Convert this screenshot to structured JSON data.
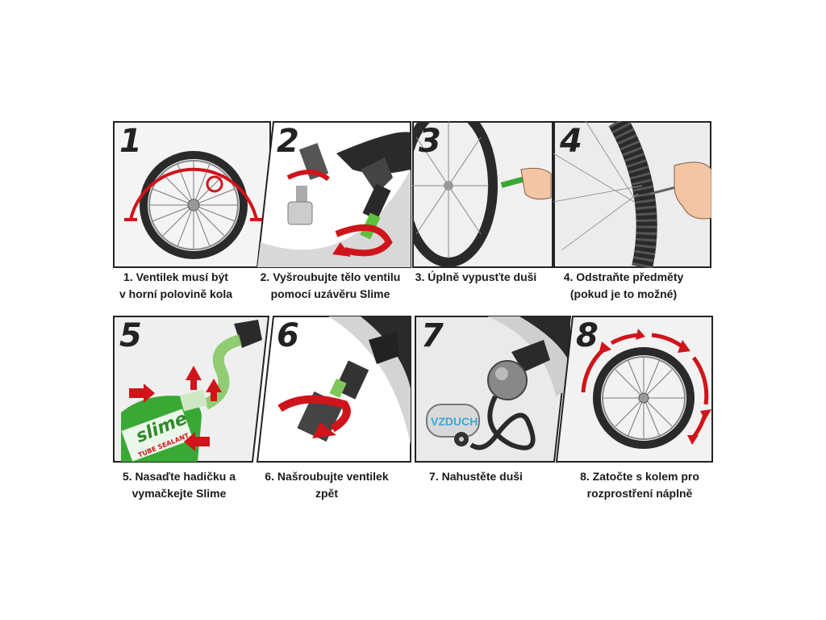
{
  "steps": [
    {
      "number": "1",
      "caption_line1": "1. Ventilek musí být",
      "caption_line2": "v horní polovině kola"
    },
    {
      "number": "2",
      "caption_line1": "2. Vyšroubujte tělo ventilu",
      "caption_line2": "pomocí uzávěru Slime"
    },
    {
      "number": "3",
      "caption_line1": "3. Úplně vypusťte duši",
      "caption_line2": ""
    },
    {
      "number": "4",
      "caption_line1": "4. Odstraňte předměty",
      "caption_line2": "(pokud je to možné)"
    },
    {
      "number": "5",
      "caption_line1": "5. Nasaďte hadičku a",
      "caption_line2": "vymačkejte Slime"
    },
    {
      "number": "6",
      "caption_line1": "6. Našroubujte ventilek",
      "caption_line2": "zpět"
    },
    {
      "number": "7",
      "caption_line1": "7. Nahustěte duši",
      "caption_line2": ""
    },
    {
      "number": "8",
      "caption_line1": "8. Zatočte s kolem pro",
      "caption_line2": "rozprostření náplně"
    }
  ],
  "labels": {
    "compressor": "VZDUCH",
    "bottle_brand": "slime",
    "bottle_sub": "TUBE SEALANT"
  },
  "colors": {
    "arrow_red": "#d0141b",
    "tire_dark": "#2a2a2a",
    "sealant_green": "#3aa835",
    "air_blue": "#3aa9d8"
  }
}
